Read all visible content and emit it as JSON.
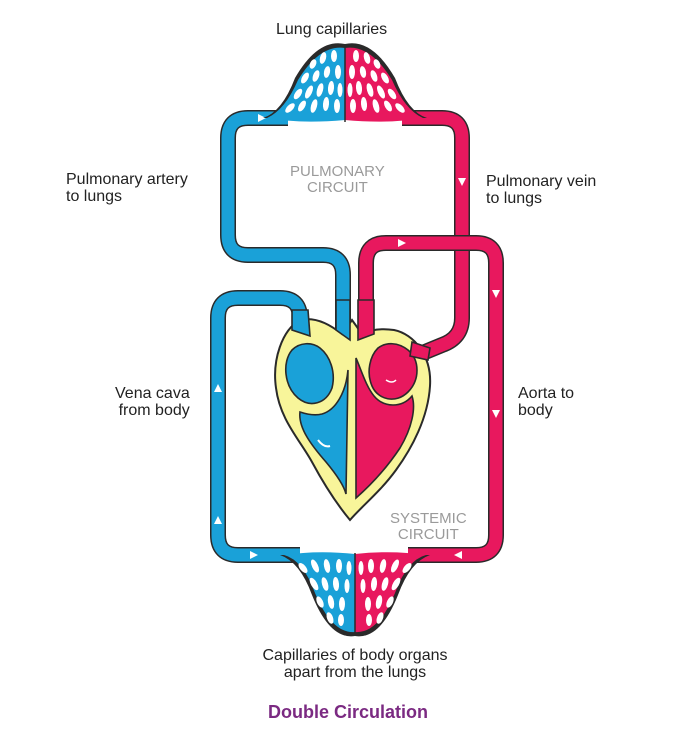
{
  "labels": {
    "lung_capillaries": "Lung capillaries",
    "pulmonary_artery": [
      "Pulmonary artery",
      "to lungs"
    ],
    "pulmonary_vein": [
      "Pulmonary vein",
      "to lungs"
    ],
    "vena_cava": [
      "Vena cava",
      "from body"
    ],
    "aorta": [
      "Aorta to",
      "body"
    ],
    "pulmonary_circuit": [
      "PULMONARY",
      "CIRCUIT"
    ],
    "systemic_circuit": [
      "SYSTEMIC",
      "CIRCUIT"
    ],
    "body_capillaries": [
      "Capillaries of body organs",
      "apart from the lungs"
    ]
  },
  "title": "Double Circulation",
  "colors": {
    "deoxygenated": "#1aa1d8",
    "oxygenated": "#e8185e",
    "heart_tissue": "#f8f59a",
    "outline": "#2a2a2a",
    "circuit_label": "#9a9a9a",
    "title": "#7b2a82"
  }
}
